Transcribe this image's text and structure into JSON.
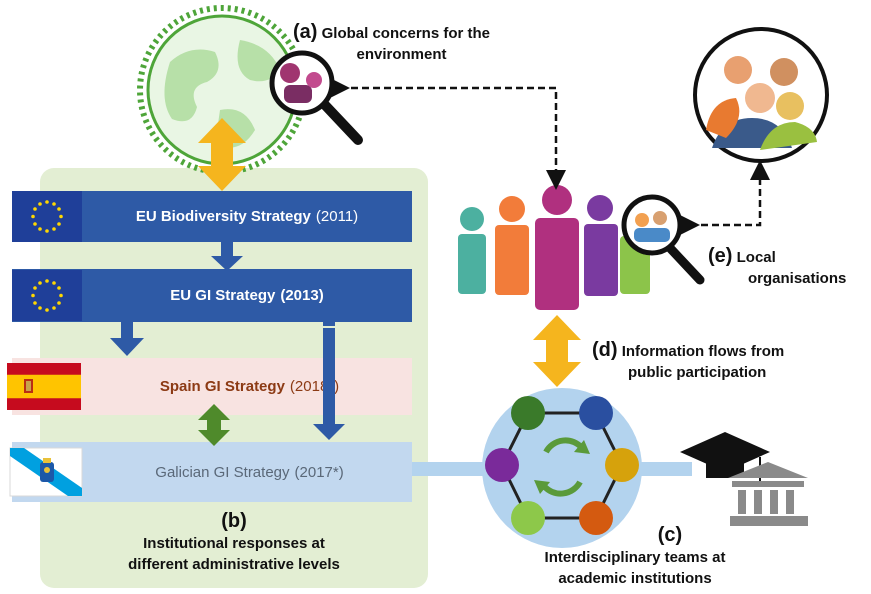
{
  "a": {
    "letter": "(a)",
    "text_line1": "Global concerns for the",
    "text_line2": "environment"
  },
  "b": {
    "letter": "(b)",
    "text_line1": "Institutional responses at",
    "text_line2": "different administrative levels"
  },
  "c": {
    "letter": "(c)",
    "text_line1": "Interdisciplinary teams at",
    "text_line2": "academic institutions"
  },
  "d": {
    "letter": "(d)",
    "text_line1": "Information flows from",
    "text_line2": "public participation"
  },
  "e": {
    "letter": "(e)",
    "text_line1": "Local",
    "text_line2": "organisations"
  },
  "strategies": {
    "eu_bio": {
      "name": "EU Biodiversity Strategy",
      "year": "(2011)"
    },
    "eu_gi": {
      "name": "EU GI Strategy",
      "year": "(2013)"
    },
    "spain": {
      "name": "Spain GI Strategy",
      "year": "(2018*)"
    },
    "galicia": {
      "name": "Galician GI Strategy",
      "year": "(2017*)"
    }
  },
  "colors": {
    "eu_blue": "#2e5aa6",
    "arrow_yellow": "#f5b51e",
    "arrow_green": "#4f8a2b",
    "panel_green": "#e3eed3"
  },
  "icons": [
    "globe-people-icon",
    "magnifier-icon",
    "people-group-icon",
    "graduation-cap-icon",
    "bank-icon",
    "cycle-network-icon"
  ]
}
